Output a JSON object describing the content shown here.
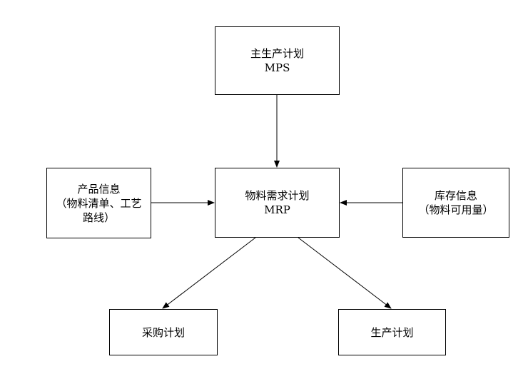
{
  "nodes": {
    "mps": {
      "line1": "主生产计划",
      "line2": "MPS"
    },
    "product": {
      "line1": "产品信息",
      "line2": "（物料清单、工艺",
      "line3": "路线）"
    },
    "mrp": {
      "line1": "物料需求计划",
      "line2": "MRP"
    },
    "inventory": {
      "line1": "库存信息",
      "line2": "（物料可用量）"
    },
    "purchase": {
      "line1": "采购计划"
    },
    "production": {
      "line1": "生产计划"
    }
  },
  "edges": [
    {
      "from": "mps",
      "to": "mrp"
    },
    {
      "from": "product",
      "to": "mrp"
    },
    {
      "from": "inventory",
      "to": "mrp"
    },
    {
      "from": "mrp",
      "to": "purchase"
    },
    {
      "from": "mrp",
      "to": "production"
    }
  ],
  "colors": {
    "stroke": "#000000",
    "fill": "#ffffff"
  }
}
